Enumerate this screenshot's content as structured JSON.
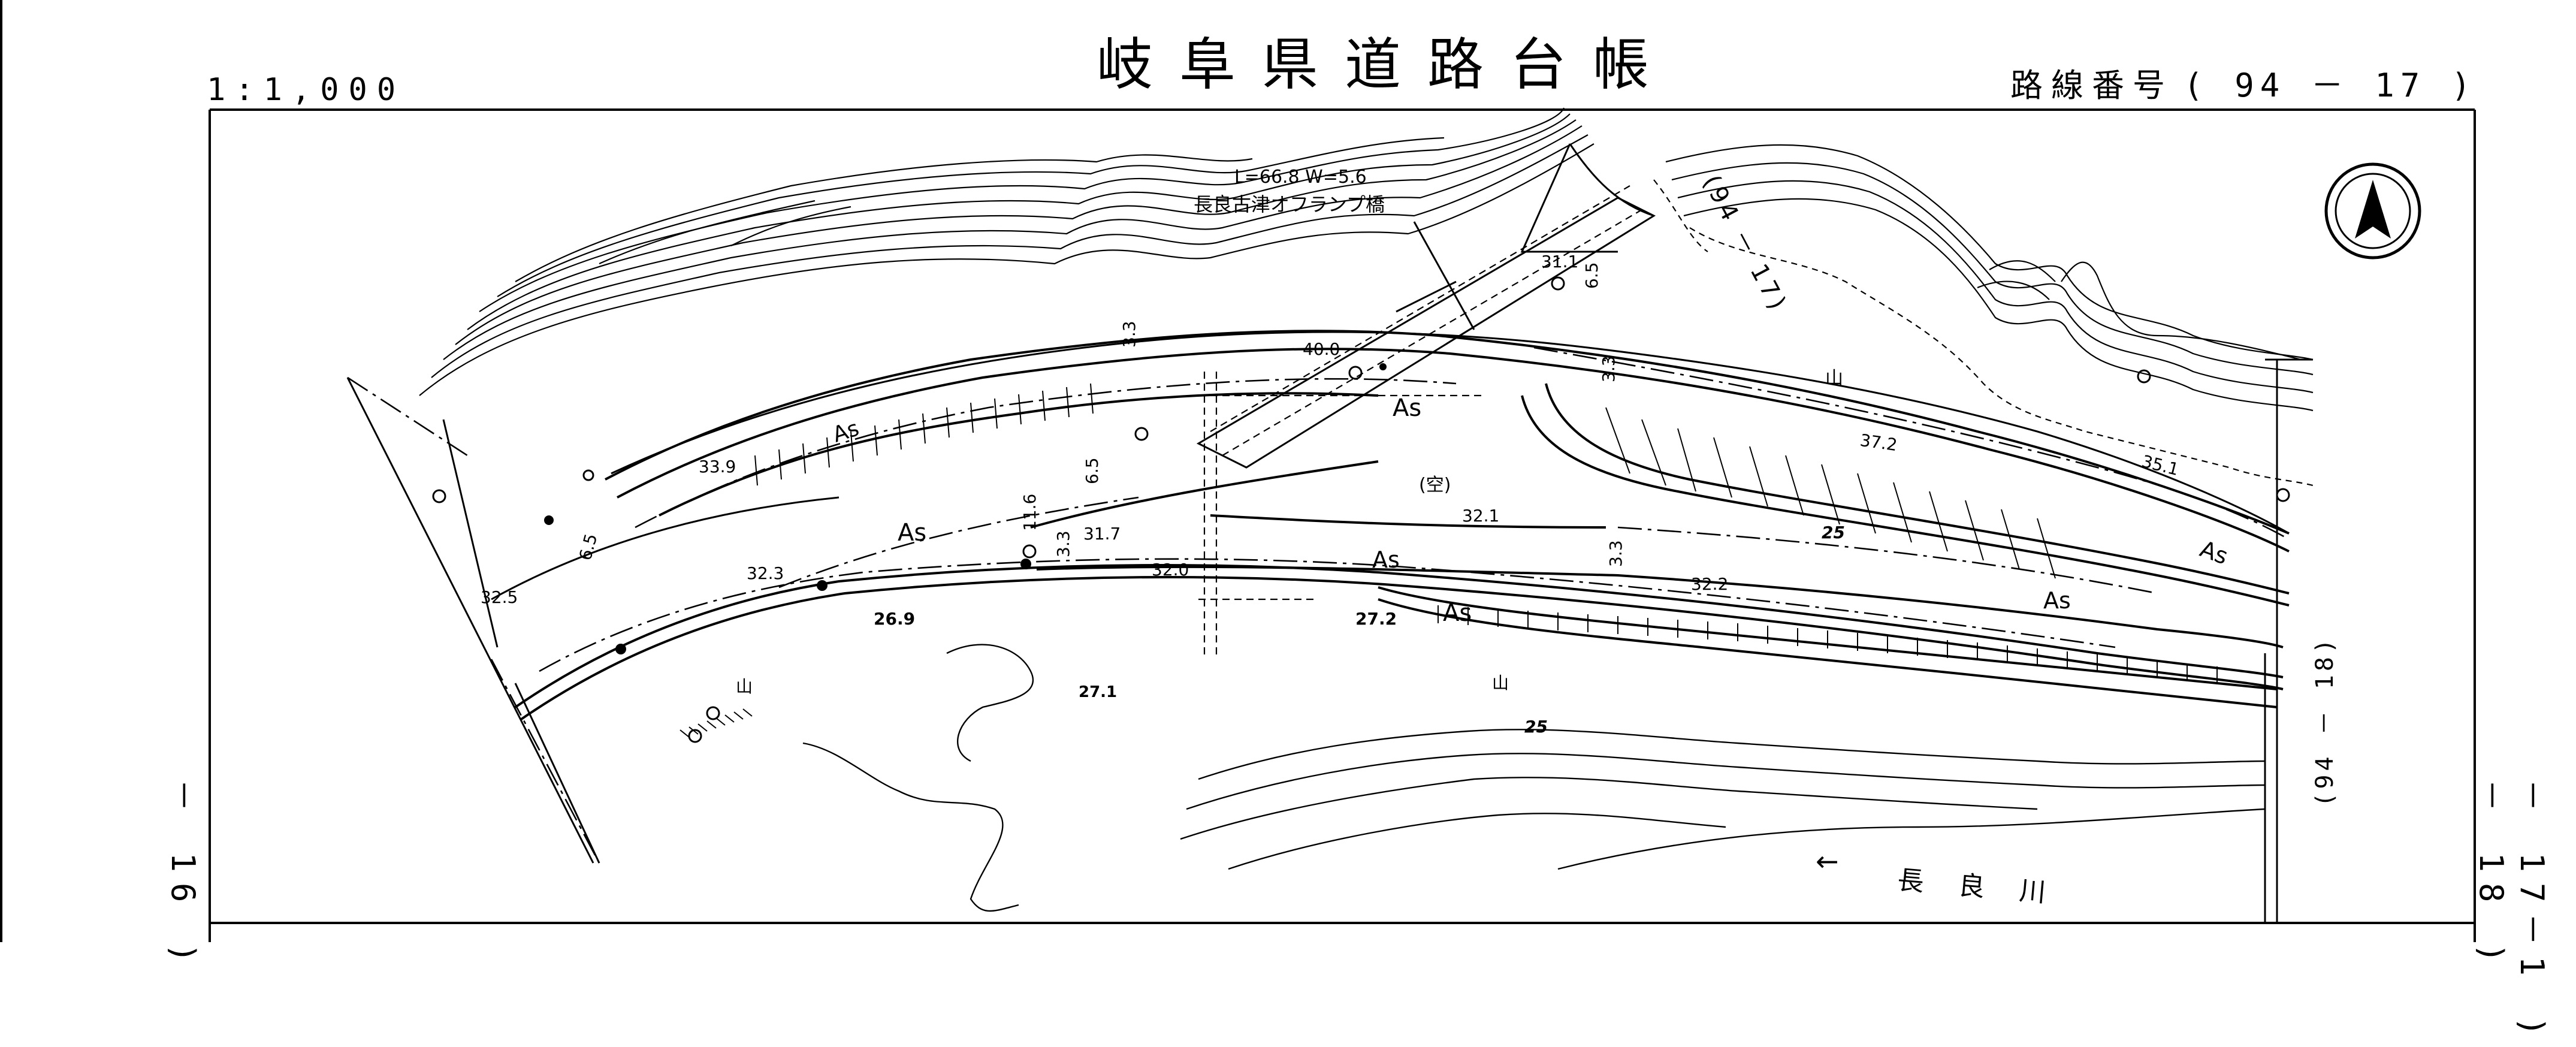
{
  "header": {
    "title": "岐阜県道路台帳",
    "scale": "1:1,000",
    "route_label": "路線番号",
    "route_value": "( 94 － 17 )"
  },
  "edge_refs": {
    "left": "－ 16 )",
    "right_top": "－ 18 )",
    "right_sub": "－ 17－1 )"
  },
  "map": {
    "bridge": {
      "dims": "L=66.8  W=5.6",
      "name": "長良古津オフランプ橋"
    },
    "route_refs": {
      "upper": "(94 － 17)",
      "right": "(94 － 18)"
    },
    "river": {
      "name": "長良川",
      "arrow": "←"
    },
    "pavement": "As",
    "vacant": "(空)",
    "mountain": "山",
    "elevations": [
      "40.0",
      "31.1",
      "37.2",
      "35.1",
      "33.9",
      "32.5",
      "32.3",
      "32.0",
      "31.7",
      "32.1",
      "32.2",
      "27.2",
      "27.1",
      "26.9",
      "25",
      "25"
    ],
    "dims": [
      "3.3",
      "6.5",
      "11.6",
      "6.5",
      "3.3",
      "3.3",
      "6.5",
      "3.3"
    ],
    "north_symbol": "north-arrow"
  },
  "colors": {
    "ink": "#000000",
    "paper": "#ffffff"
  }
}
